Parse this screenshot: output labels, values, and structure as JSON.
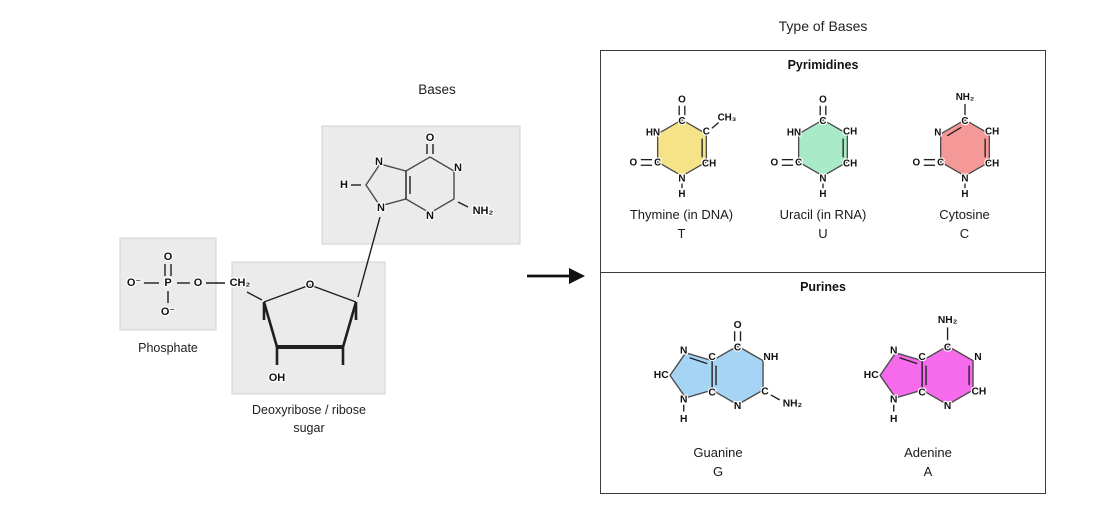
{
  "nucleotide": {
    "bases_label": "Bases",
    "phosphate_label": "Phosphate",
    "sugar_label_line1": "Deoxyribose / ribose",
    "sugar_label_line2": "sugar",
    "phosphate_atoms": {
      "o_top": "O",
      "p": "P",
      "o_left": "O⁻",
      "o_bottom": "O⁻",
      "o_bridge": "O",
      "ch2": "CH₂"
    },
    "sugar_atoms": {
      "o_ring": "O",
      "oh": "OH"
    },
    "base_atoms": {
      "o_top": "O",
      "n_upper_right": "N",
      "nh2": "NH₂",
      "n_bottom": "N",
      "n_top5": "N",
      "h_left": "H",
      "n_bottom5": "N"
    }
  },
  "panel": {
    "title": "Type of Bases",
    "pyrimidines": {
      "header": "Pyrimidines",
      "items": [
        {
          "name": "Thymine (in DNA)",
          "letter": "T",
          "color": "#F6E387"
        },
        {
          "name": "Uracil (in RNA)",
          "letter": "U",
          "color": "#A9EAC8"
        },
        {
          "name": "Cytosine",
          "letter": "C",
          "color": "#F59898"
        }
      ]
    },
    "purines": {
      "header": "Purines",
      "items": [
        {
          "name": "Guanine",
          "letter": "G",
          "color": "#A6D4F5"
        },
        {
          "name": "Adenine",
          "letter": "A",
          "color": "#F56BEB"
        }
      ]
    }
  },
  "molecules": {
    "thymine": {
      "o_top": "O",
      "c_top": "C",
      "hn_upper_left": "HN",
      "c_lower_left": "C",
      "o_left": "O",
      "n_bottom": "N",
      "h_bottom": "H",
      "c_upper_right": "C",
      "ch3": "CH₃",
      "ch_lower_right": "CH"
    },
    "uracil": {
      "o_top": "O",
      "c_top": "C",
      "hn_upper_left": "HN",
      "c_lower_left": "C",
      "o_left": "O",
      "n_bottom": "N",
      "h_bottom": "H",
      "ch_upper_right": "CH",
      "ch_lower_right": "CH"
    },
    "cytosine": {
      "nh2_top": "NH₂",
      "c_top": "C",
      "n_upper_left": "N",
      "c_lower_left": "C",
      "o_left": "O",
      "n_bottom": "N",
      "h_bottom": "H",
      "ch_upper_right": "CH",
      "ch_lower_right": "CH"
    },
    "guanine": {
      "o_top": "O",
      "c_top": "C",
      "nh_upper_right": "NH",
      "c_lower_right": "C",
      "nh2": "NH₂",
      "n_bottom": "N",
      "c_junction_top": "C",
      "c_junction_bottom": "C",
      "n_top5": "N",
      "hc_left": "HC",
      "n_bottom5": "N",
      "h_bottom5": "H"
    },
    "adenine": {
      "nh2_top": "NH₂",
      "c_top": "C",
      "n_upper_right": "N",
      "ch_lower_right": "CH",
      "n_bottom": "N",
      "c_junction_top": "C",
      "c_junction_bottom": "C",
      "n_top5": "N",
      "hc_left": "HC",
      "n_bottom5": "N",
      "h_bottom5": "H"
    }
  }
}
